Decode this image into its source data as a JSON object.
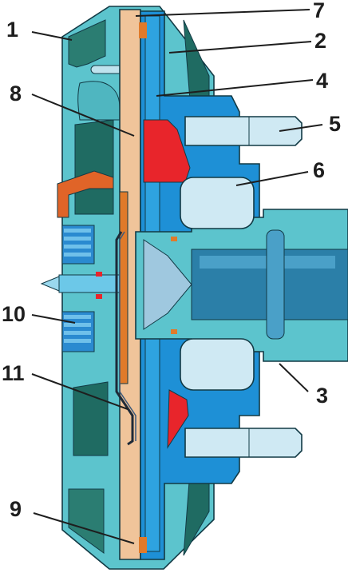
{
  "callouts": [
    "1",
    "2",
    "3",
    "4",
    "5",
    "6",
    "7",
    "8",
    "9",
    "10",
    "11"
  ],
  "colors": {
    "cover_teal": "#5cc4cd",
    "cover_dark_green": "#1f6b62",
    "pressure_plate_blue": "#1e90d6",
    "hub_light": "#6cc8e8",
    "bearing_pale": "#cfe9f3",
    "friction_peach": "#f0c49a",
    "disc_orange": "#e07a2a",
    "seal_red": "#e8252b",
    "spring_steel": "#3e5a7a"
  },
  "icons": [
    "clutch-assembly-cross-section"
  ]
}
